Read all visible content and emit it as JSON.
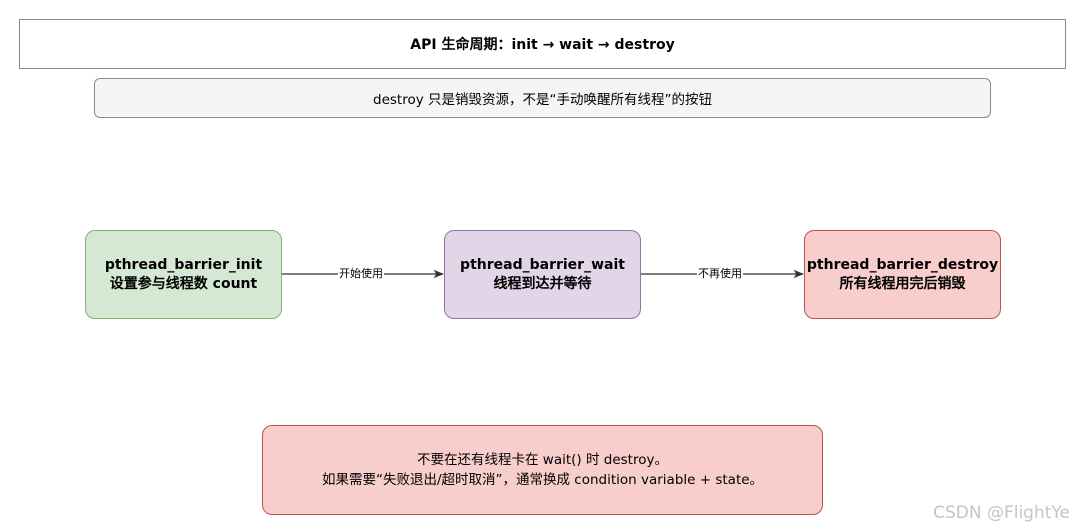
{
  "title": "API 生命周期：init → wait → destroy",
  "subtitle": "destroy 只是销毁资源，不是“手动唤醒所有线程”的按钮",
  "nodes": {
    "init": {
      "line1": "pthread_barrier_init",
      "line2": "设置参与线程数 count",
      "fill": "#d5e8d4",
      "stroke": "#82b366"
    },
    "wait": {
      "line1": "pthread_barrier_wait",
      "line2": "线程到达并等待",
      "fill": "#e1d5e7",
      "stroke": "#9673a6"
    },
    "destroy": {
      "line1": "pthread_barrier_destroy",
      "line2": "所有线程用完后销毁",
      "fill": "#f8cecc",
      "stroke": "#b85450"
    }
  },
  "edges": {
    "init_to_wait": "开始使用",
    "wait_to_destroy": "不再使用"
  },
  "note": {
    "line1": "不要在还有线程卡在 wait() 时 destroy。",
    "line2": "如果需要“失败退出/超时取消”，通常换成 condition variable + state。"
  },
  "watermark": "CSDN @FlightYe"
}
